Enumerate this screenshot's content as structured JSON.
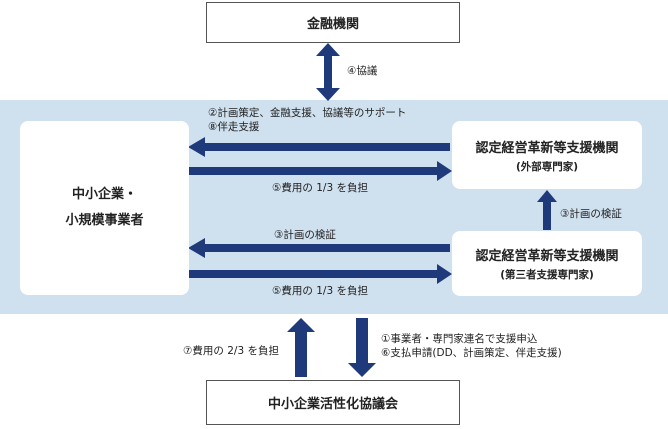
{
  "nodes": {
    "bank": "金融機関",
    "sme": [
      "中小企業・",
      "小規模事業者"
    ],
    "support_external": {
      "title": "認定経営革新等支援機関",
      "sub": "(外部専門家)"
    },
    "support_third": {
      "title": "認定経営革新等支援機関",
      "sub": "(第三者支援専門家)"
    },
    "council": "中小企業活性化協議会"
  },
  "edges": {
    "consult": "④協議",
    "support_line1": "②計画策定、金融支援、協議等のサポート",
    "support_line2": "⑧伴走支援",
    "cost_third_1": "⑤費用の 1/3 を負担",
    "verify": "③計画の検証",
    "cost_third_2": "⑤費用の 1/3 を負担",
    "verify_vertical": "③計画の検証",
    "cost_two_thirds": "⑦費用の 2/3 を負担",
    "apply_line1": "①事業者・専門家連名で支援申込",
    "apply_line2": "⑥支払申請(DD、計画策定、伴走支援)"
  },
  "colors": {
    "arrow": "#1f3a7a",
    "panel": "#cfe0ef"
  }
}
